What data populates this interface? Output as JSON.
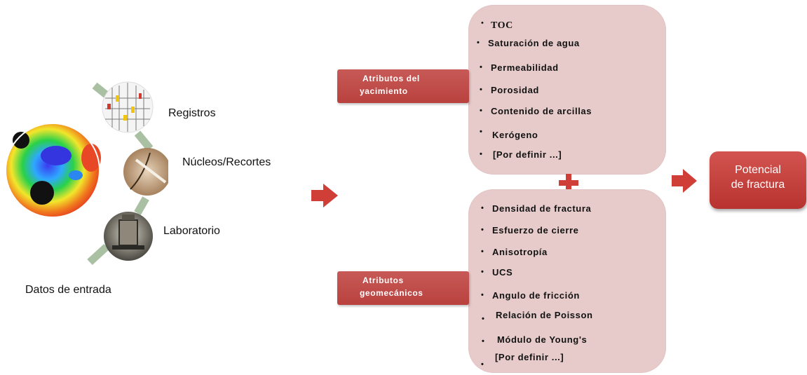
{
  "inputs": {
    "title": "Datos de entrada",
    "sources": [
      "Registros",
      "Núcleos/Recortes",
      "Laboratorio"
    ]
  },
  "reservoir": {
    "label_line1": "Atributos del",
    "label_line2": "yacimiento",
    "items": [
      "TOC",
      "Saturación de agua",
      "Permeabilidad",
      "Porosidad",
      "Contenido de arcillas",
      "Kerógeno",
      "[Por definir ...]"
    ]
  },
  "geomechanical": {
    "label_line1": "Atributos",
    "label_line2": "geomecánicos",
    "items": [
      "Densidad de fractura",
      "Esfuerzo de cierre",
      "Anisotropía",
      "UCS",
      "Angulo de fricción",
      "Relación de Poisson",
      "Módulo de Young's",
      "[Por definir ...]"
    ]
  },
  "output": {
    "line1": "Potencial",
    "line2": "de fractura"
  },
  "colors": {
    "panel": "#e7cbcb",
    "tag": "#bf4a47",
    "arrow": "#cf3f38",
    "result": "#c4403c",
    "connector": "#9fb89a"
  }
}
